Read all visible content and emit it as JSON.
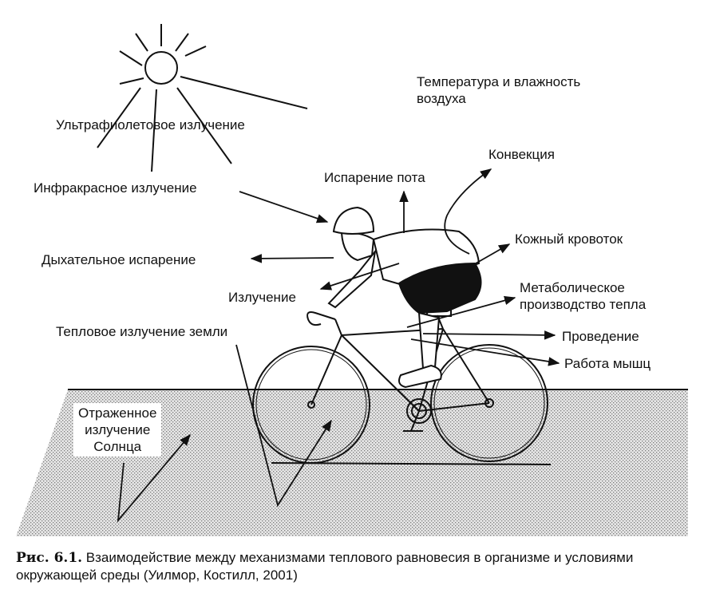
{
  "labels": {
    "uv": "Ультрафиолетовое излучение",
    "ir": "Инфракрасное излучение",
    "temp_line1": "Температура и влажность",
    "temp_line2": "воздуха",
    "convection": "Конвекция",
    "sweat": "Испарение пота",
    "skin_blood": "Кожный кровоток",
    "respiratory": "Дыхательное испарение",
    "radiation": "Излучение",
    "metabolic_line1": "Метаболическое",
    "metabolic_line2": "производство тепла",
    "ground_radiation": "Тепловое излучение земли",
    "conduction": "Проведение",
    "muscle_work": "Работа мышц",
    "reflected_line1": "Отраженное",
    "reflected_line2": "излучение",
    "reflected_line3": "Солнца"
  },
  "caption": {
    "figure": "Рис. 6.1.",
    "text": " Взаимодействие между механизмами теплового равновесия в организме и условиями окружающей среды (Уилмор, Костилл, 2001)"
  }
}
